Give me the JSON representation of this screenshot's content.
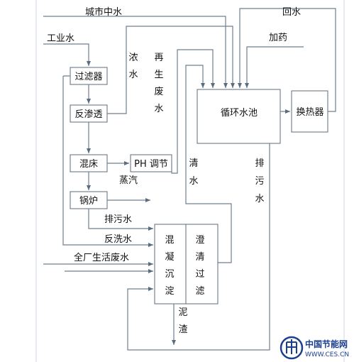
{
  "diagram": {
    "nodes": {
      "filter": "过滤器",
      "ro": "反渗透",
      "mixed_bed": "混床",
      "ph": "PH 调节",
      "boiler": "锅炉",
      "pool": "循环水池",
      "hx": "换热器",
      "coag": [
        "混",
        "凝",
        "沉",
        "淀"
      ],
      "clarify": [
        "澄",
        "清",
        "过",
        "滤"
      ]
    },
    "labels": {
      "city_water": "城市中水",
      "return_water": "回水",
      "industrial_water": "工业水",
      "dosing": "加药",
      "concentrate": [
        "浓",
        "水"
      ],
      "reclaimed": [
        "再",
        "生",
        "废",
        "水"
      ],
      "steam": "蒸汽",
      "clean_water": [
        "清",
        "水"
      ],
      "sewage_v": [
        "排",
        "污",
        "水"
      ],
      "sewage_h": "排污水",
      "backwash": "反洗水",
      "domestic": "全厂生活废水",
      "sludge": [
        "泥",
        "渣"
      ]
    }
  },
  "logo": {
    "name": "中国节能网",
    "url": "WWW.CES.CN",
    "colors": {
      "primary": "#1b3f8f"
    }
  },
  "colors": {
    "line": "#6f7f8f",
    "box_border": "#5d6b7a",
    "page_edge": "#cfd9e6"
  }
}
